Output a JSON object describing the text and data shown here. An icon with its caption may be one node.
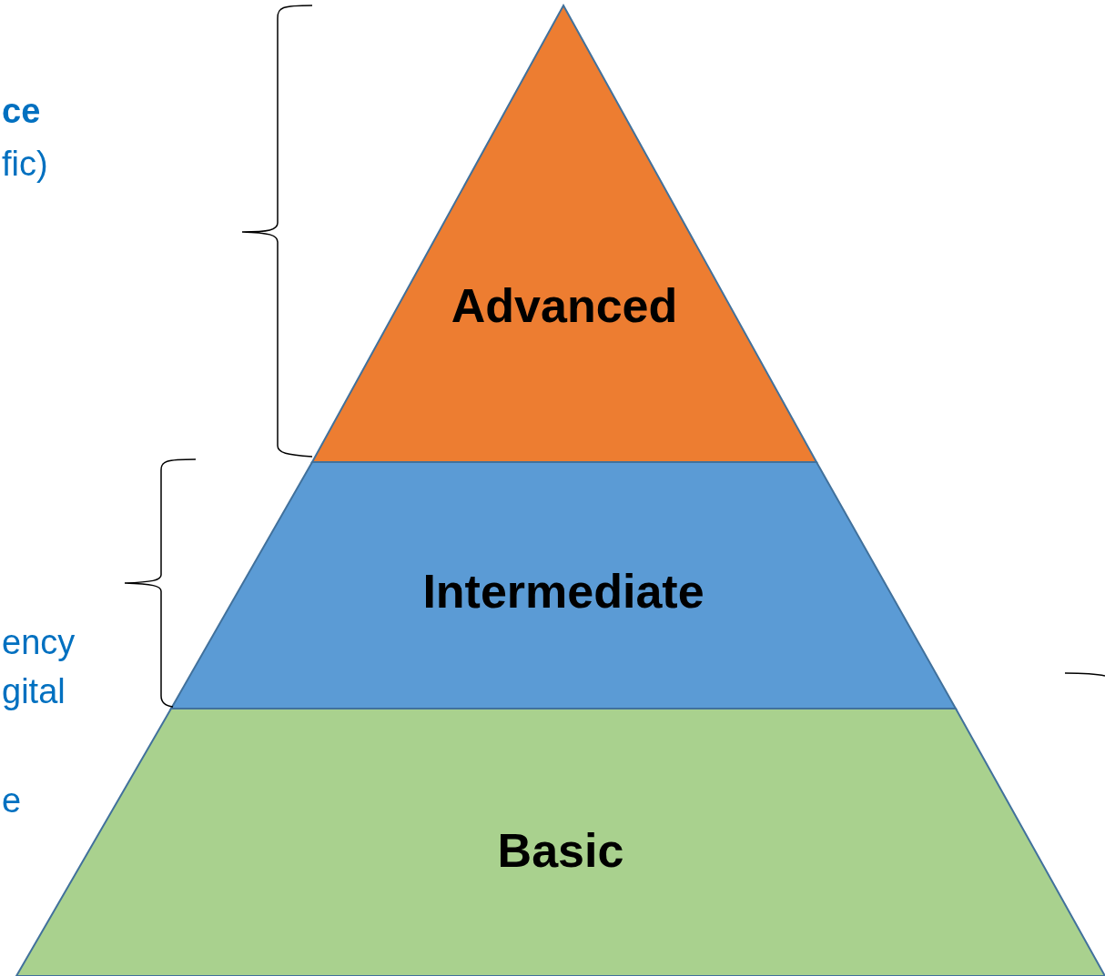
{
  "diagram": {
    "nodes": [
      {
        "text": [
          "Advanced"
        ]
      },
      {
        "text": [
          "Intermediate"
        ]
      },
      {
        "text": [
          "Basic"
        ]
      }
    ],
    "labels": [
      "ce",
      "fic)",
      "ency",
      "gital",
      "e"
    ]
  }
}
